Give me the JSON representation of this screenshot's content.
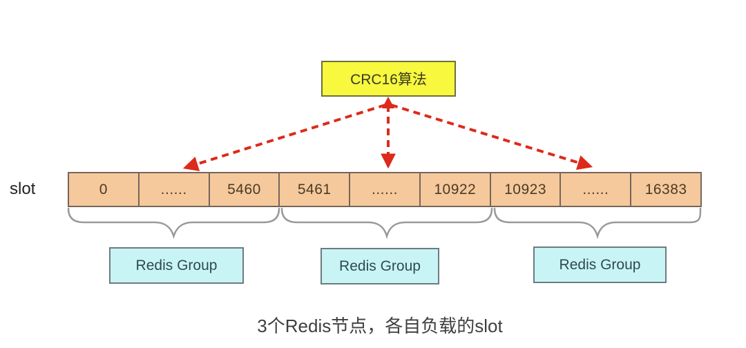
{
  "algorithm_box": {
    "label": "CRC16算法"
  },
  "slot_label": "slot",
  "slot_bar": {
    "cells": [
      "0",
      "......",
      "5460",
      "5461",
      "......",
      "10922",
      "10923",
      "......",
      "16383"
    ],
    "ranges": [
      {
        "start": 0,
        "end": 5460
      },
      {
        "start": 5461,
        "end": 10922
      },
      {
        "start": 10923,
        "end": 16383
      }
    ]
  },
  "groups": [
    {
      "label": "Redis Group"
    },
    {
      "label": "Redis Group"
    },
    {
      "label": "Redis Group"
    }
  ],
  "caption": "3个Redis节点，各自负载的slot",
  "colors": {
    "arrow_red": "#dd2a1a",
    "algorithm_fill": "#f8f83e",
    "algorithm_border": "#6f6f3c",
    "slot_fill": "#f5c99c",
    "slot_border": "#75655a",
    "group_fill": "#c9f4f6",
    "group_border": "#6d7b7d",
    "brace_gray": "#999999"
  }
}
